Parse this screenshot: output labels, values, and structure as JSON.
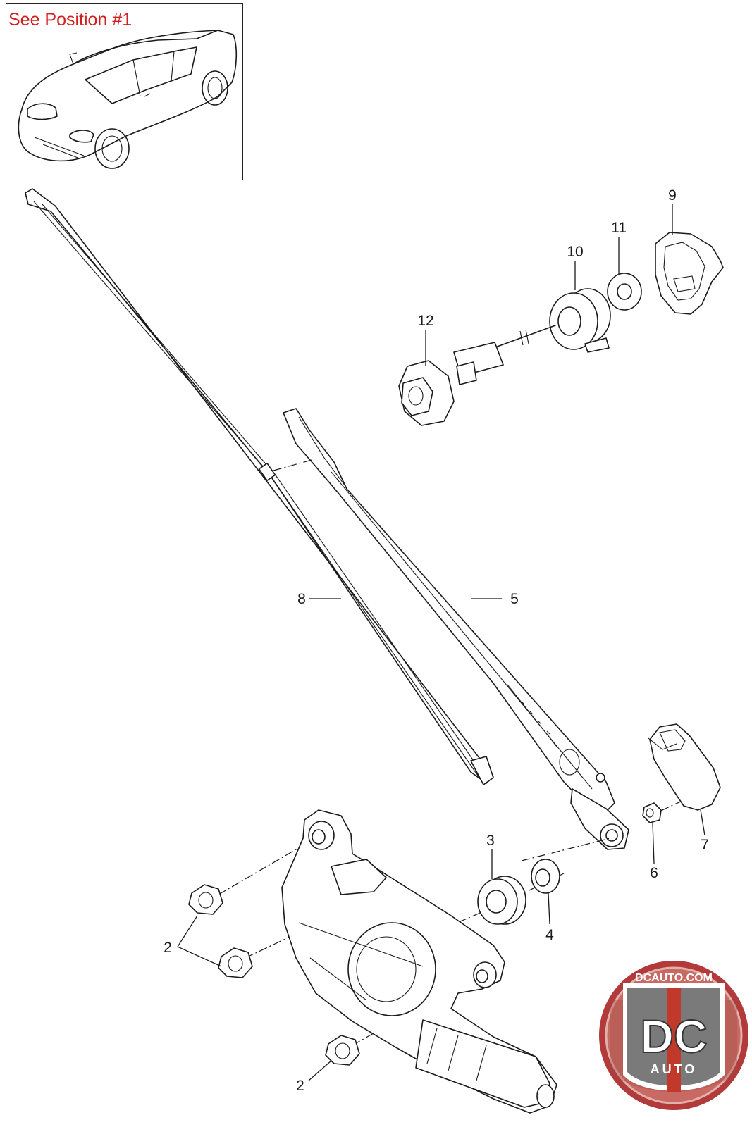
{
  "inset": {
    "caption": "See Position #1",
    "caption_color": "#d21f1f",
    "illustration": "car-icon"
  },
  "callouts": [
    {
      "id": "label-1",
      "text": "9"
    },
    {
      "id": "label-2",
      "text": "11"
    },
    {
      "id": "label-3",
      "text": "10"
    },
    {
      "id": "label-4",
      "text": "12"
    },
    {
      "id": "label-5",
      "text": "8"
    },
    {
      "id": "label-6",
      "text": "5"
    },
    {
      "id": "label-7",
      "text": "3"
    },
    {
      "id": "label-8",
      "text": "4"
    },
    {
      "id": "label-9",
      "text": "7"
    },
    {
      "id": "label-10",
      "text": "6"
    },
    {
      "id": "label-11",
      "text": "2"
    },
    {
      "id": "label-12",
      "text": "2"
    }
  ],
  "logo": {
    "top_text": "DCAUTO.COM",
    "main_text": "DC",
    "sub_text": "AUTO",
    "colors": {
      "ring": "#b23a3a",
      "stripe": "#c0392b",
      "badge": "#6d6d6d"
    }
  }
}
